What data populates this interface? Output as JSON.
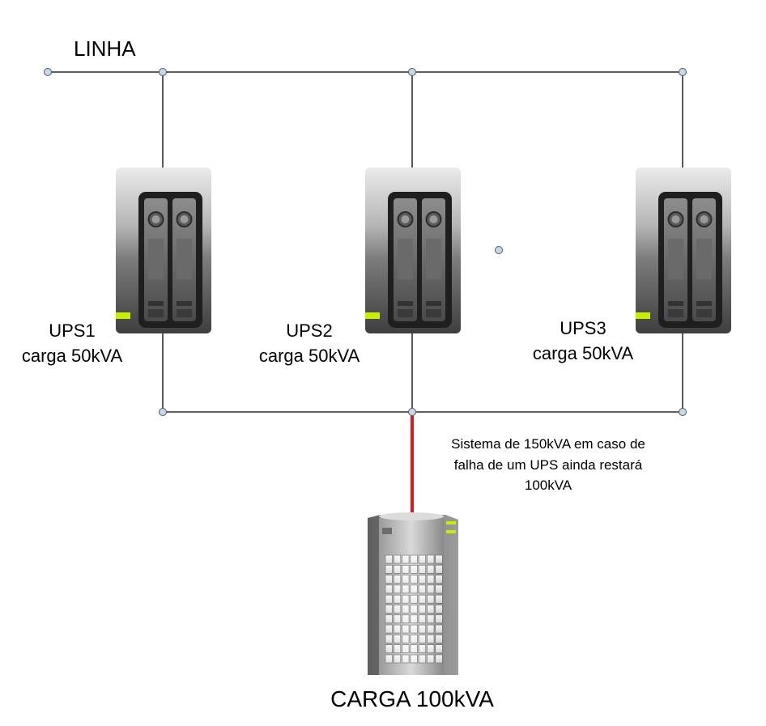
{
  "line_label": "LINHA",
  "ups_units": [
    {
      "name": "UPS1",
      "load": "carga 50kVA"
    },
    {
      "name": "UPS2",
      "load": "carga 50kVA"
    },
    {
      "name": "UPS3",
      "load": "carga 50kVA"
    }
  ],
  "note": {
    "line1": "Sistema de 150kVA em caso de",
    "line2": "falha de um UPS ainda restará",
    "line3": "100kVA"
  },
  "load_label": "CARGA 100kVA",
  "colors": {
    "wire": "#000000",
    "feeder": "#e8161b",
    "node": "#c9d6e6",
    "led": "#c6f000"
  }
}
